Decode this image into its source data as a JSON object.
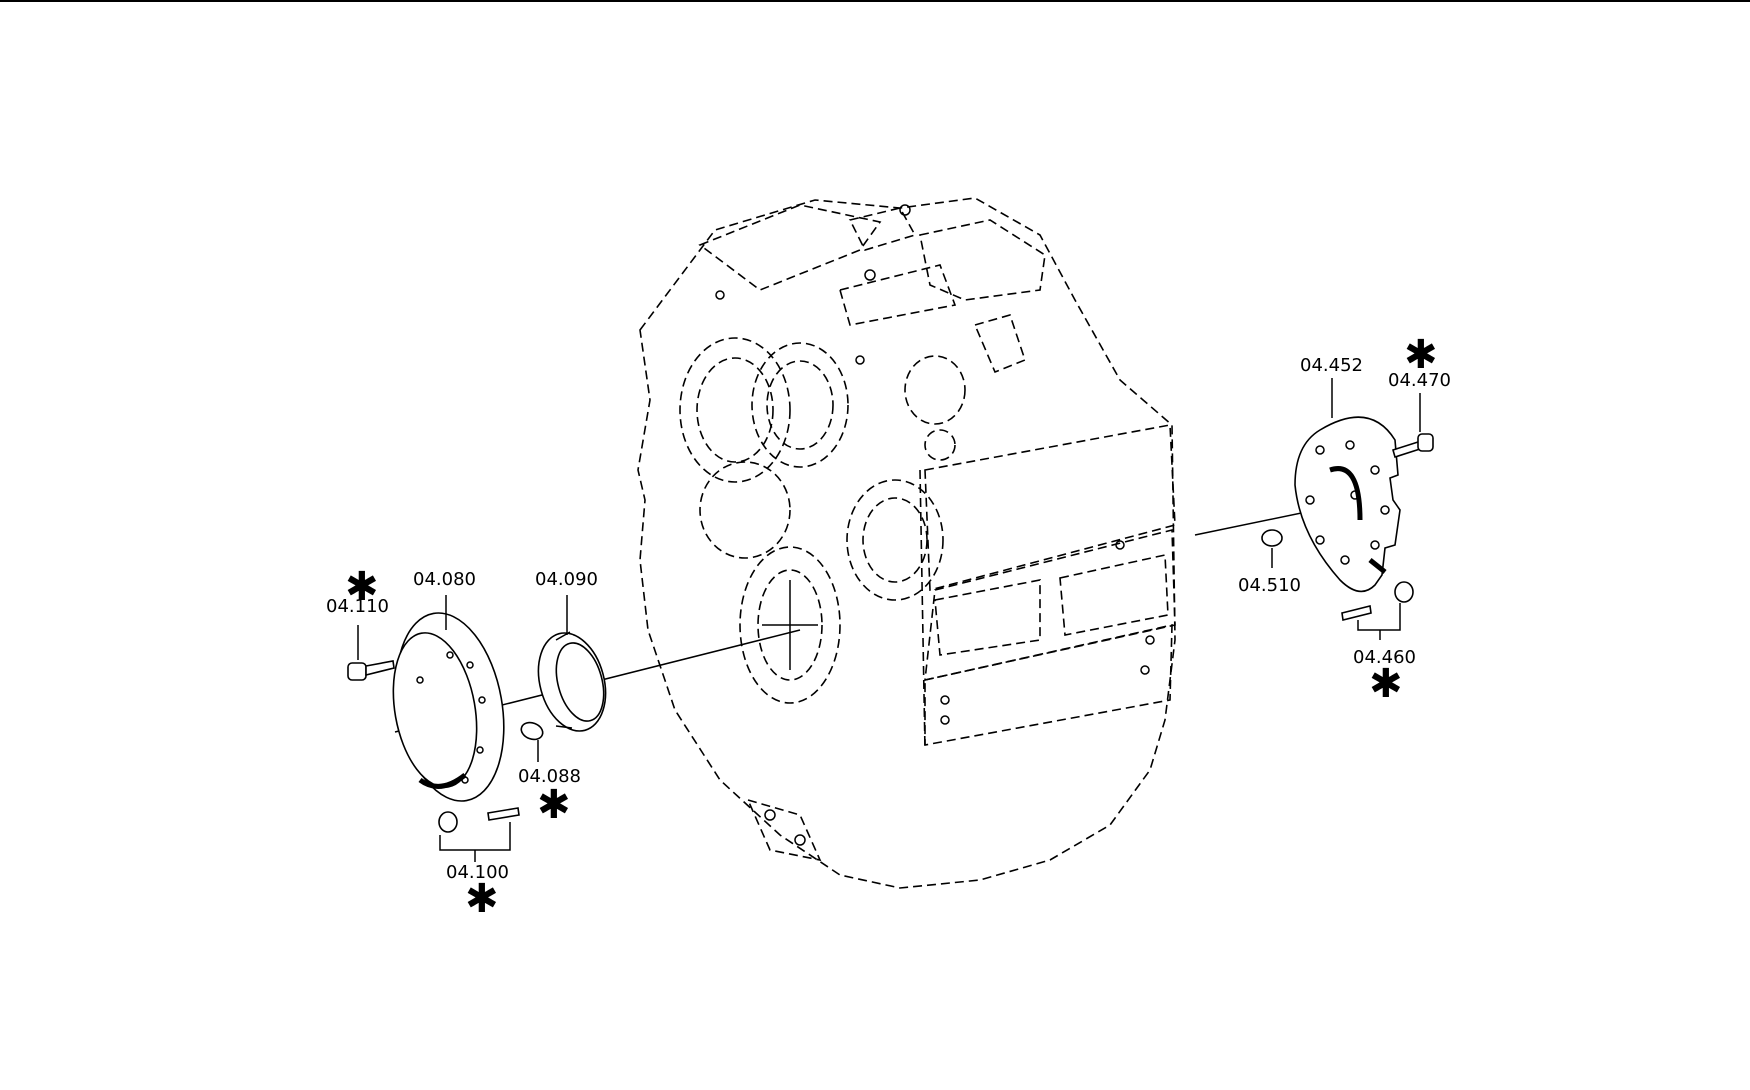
{
  "callouts": [
    {
      "id": "04.080",
      "starred": false
    },
    {
      "id": "04.090",
      "starred": false
    },
    {
      "id": "04.110",
      "starred": true
    },
    {
      "id": "04.088",
      "starred": true
    },
    {
      "id": "04.100",
      "starred": true
    },
    {
      "id": "04.452",
      "starred": false
    },
    {
      "id": "04.470",
      "starred": true
    },
    {
      "id": "04.510",
      "starred": false
    },
    {
      "id": "04.460",
      "starred": true
    }
  ],
  "star_symbol": "✱"
}
